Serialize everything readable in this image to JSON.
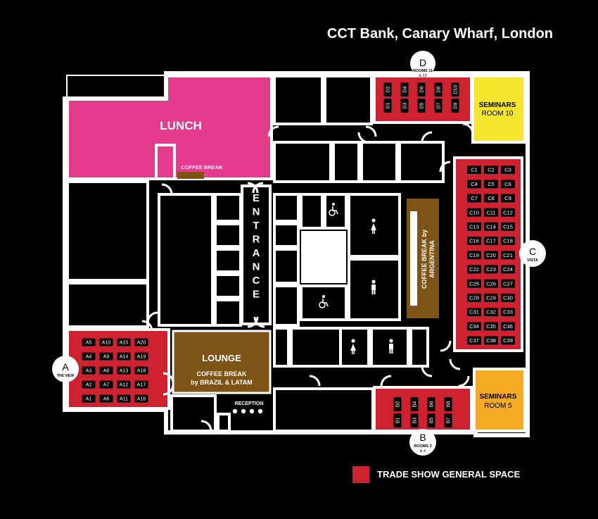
{
  "title": "CCT Bank, Canary Wharf, London",
  "colors": {
    "background": "#000000",
    "wall": "#ffffff",
    "trade": "#cf2230",
    "lunch": "#e53b8d",
    "coffee": "#7d5416",
    "seminar10": "#f5e52d",
    "seminar5": "#f4ab22",
    "booth": "#000000"
  },
  "labels": {
    "lunch": "LUNCH",
    "coffee_break_small": "COFFEE BREAK",
    "entrance": "ENTRANCE",
    "coffee_argentina_1": "COFFEE BREAK by",
    "coffee_argentina_2": "ARGENTINA",
    "lounge": "LOUNGE",
    "lounge_sub_1": "COFFEE BREAK",
    "lounge_sub_2": "by BRAZIL & LATAM",
    "reception": "RECEPTION",
    "seminars_a_1": "SEMINARS",
    "seminars_a_2": "ROOM 10",
    "seminars_b_1": "SEMINARS",
    "seminars_b_2": "ROOM 5"
  },
  "zones": {
    "a": {
      "letter": "A",
      "sub": "THE VIEW"
    },
    "b": {
      "letter": "B",
      "sub1": "ROOMS 3",
      "sub2": "& 4"
    },
    "c": {
      "letter": "C",
      "sub": "VISTA"
    },
    "d": {
      "letter": "D",
      "sub1": "ROOMS 11",
      "sub2": "& 12"
    }
  },
  "booths": {
    "a_rows": [
      [
        "A5",
        "A10",
        "A15",
        "A20"
      ],
      [
        "A4",
        "A9",
        "A14",
        "A19"
      ],
      [
        "A3",
        "A8",
        "A13",
        "A18"
      ],
      [
        "A2",
        "A7",
        "A12",
        "A17"
      ],
      [
        "A1",
        "A6",
        "A11",
        "A16"
      ]
    ],
    "c_rows": [
      [
        "C1",
        "C2",
        "C3"
      ],
      [
        "C4",
        "C5",
        "C6"
      ],
      [
        "C7",
        "C8",
        "C9"
      ],
      [
        "C10",
        "C11",
        "C12"
      ],
      [
        "C13",
        "C14",
        "C15"
      ],
      [
        "C16",
        "C17",
        "C18"
      ],
      [
        "C19",
        "C20",
        "C21"
      ],
      [
        "C22",
        "C23",
        "C24"
      ],
      [
        "C25",
        "C26",
        "C27"
      ],
      [
        "C28",
        "C29",
        "C30"
      ],
      [
        "C31",
        "C32",
        "C33"
      ],
      [
        "C34",
        "C35",
        "C36"
      ],
      [
        "C37",
        "C38",
        "C39"
      ]
    ],
    "d_top": [
      "D2",
      "D4",
      "D6",
      "D8",
      "D10"
    ],
    "d_bottom": [
      "D1",
      "D3",
      "D5",
      "D7",
      "D9"
    ],
    "b_top": [
      "B2",
      "B4",
      "B6",
      "B8"
    ],
    "b_bottom": [
      "B1",
      "B3",
      "B5",
      "B7"
    ]
  },
  "legend": {
    "label": "TRADE SHOW GENERAL SPACE"
  }
}
